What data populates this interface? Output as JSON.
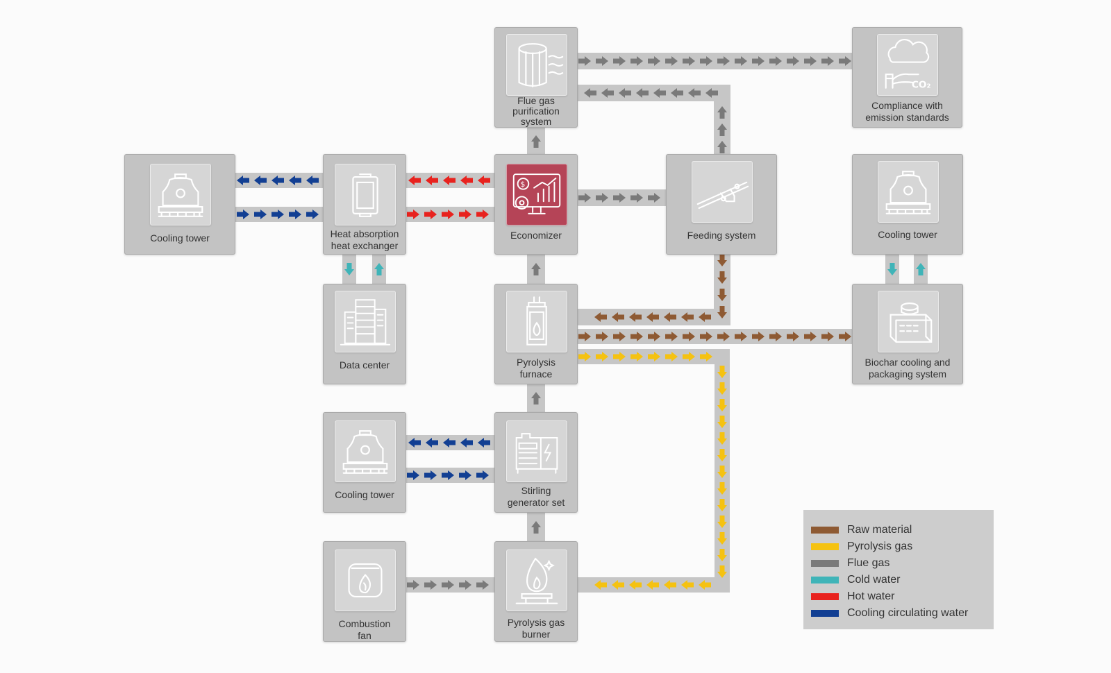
{
  "colors": {
    "raw_material": "#8e5a33",
    "pyrolysis_gas": "#f5c211",
    "flue_gas": "#7a7a7a",
    "cold_water": "#3fb4b8",
    "hot_water": "#e8221e",
    "cooling_water": "#123f93",
    "pipe": "#c6c6c6",
    "highlight": "#b54457"
  },
  "nodes": {
    "flue_gas_purification": {
      "label": "Flue gas\npurification\nsystem",
      "icon": "cylinder-filter-icon"
    },
    "compliance": {
      "label": "Compliance with\nemission standards",
      "icon": "co2-cloud-icon"
    },
    "cooling_tower_left": {
      "label": "Cooling tower",
      "icon": "cooling-tower-icon"
    },
    "heat_exchanger": {
      "label": "Heat absorption\nheat exchanger",
      "icon": "heat-exchanger-icon"
    },
    "economizer": {
      "label": "Economizer",
      "icon": "economizer-dashboard-icon"
    },
    "feeding_system": {
      "label": "Feeding system",
      "icon": "conveyor-icon"
    },
    "cooling_tower_right": {
      "label": "Cooling tower",
      "icon": "cooling-tower-icon"
    },
    "data_center": {
      "label": "Data center",
      "icon": "server-rack-icon"
    },
    "pyrolysis_furnace": {
      "label": "Pyrolysis\nfurnace",
      "icon": "furnace-icon"
    },
    "biochar_packaging": {
      "label": "Biochar cooling and\npackaging system",
      "icon": "packaging-machine-icon"
    },
    "cooling_tower_bottom": {
      "label": "Cooling tower",
      "icon": "cooling-tower-icon"
    },
    "stirling_generator": {
      "label": "Stirling\ngenerator set",
      "icon": "generator-icon"
    },
    "combustion_fan": {
      "label": "Combustion\nfan",
      "icon": "fan-flame-icon"
    },
    "gas_burner": {
      "label": "Pyrolysis gas\nburner",
      "icon": "gas-burner-icon"
    }
  },
  "legend": [
    {
      "key": "raw_material",
      "label": "Raw material"
    },
    {
      "key": "pyrolysis_gas",
      "label": "Pyrolysis gas"
    },
    {
      "key": "flue_gas",
      "label": "Flue gas"
    },
    {
      "key": "cold_water",
      "label": "Cold water"
    },
    {
      "key": "hot_water",
      "label": "Hot water"
    },
    {
      "key": "cooling_water",
      "label": "Cooling circulating water"
    }
  ],
  "flows": [
    {
      "from": "flue_gas_purification",
      "to": "compliance",
      "type": "flue_gas"
    },
    {
      "from": "feeding_system",
      "to": "flue_gas_purification",
      "type": "flue_gas"
    },
    {
      "from": "economizer",
      "to": "flue_gas_purification",
      "type": "flue_gas"
    },
    {
      "from": "economizer",
      "to": "feeding_system",
      "type": "flue_gas"
    },
    {
      "from": "economizer",
      "to": "heat_exchanger",
      "type": "hot_water"
    },
    {
      "from": "heat_exchanger",
      "to": "economizer",
      "type": "hot_water"
    },
    {
      "from": "heat_exchanger",
      "to": "cooling_tower_left",
      "type": "cooling_water"
    },
    {
      "from": "cooling_tower_left",
      "to": "heat_exchanger",
      "type": "cooling_water"
    },
    {
      "from": "heat_exchanger",
      "to": "data_center",
      "type": "cold_water"
    },
    {
      "from": "data_center",
      "to": "heat_exchanger",
      "type": "cold_water"
    },
    {
      "from": "pyrolysis_furnace",
      "to": "economizer",
      "type": "flue_gas"
    },
    {
      "from": "feeding_system",
      "to": "pyrolysis_furnace",
      "type": "raw_material"
    },
    {
      "from": "pyrolysis_furnace",
      "to": "biochar_packaging",
      "type": "raw_material"
    },
    {
      "from": "cooling_tower_right",
      "to": "biochar_packaging",
      "type": "cold_water"
    },
    {
      "from": "biochar_packaging",
      "to": "cooling_tower_right",
      "type": "cold_water"
    },
    {
      "from": "pyrolysis_furnace",
      "to": "gas_burner",
      "type": "pyrolysis_gas"
    },
    {
      "from": "stirling_generator",
      "to": "pyrolysis_furnace",
      "type": "flue_gas"
    },
    {
      "from": "stirling_generator",
      "to": "cooling_tower_bottom",
      "type": "cooling_water"
    },
    {
      "from": "cooling_tower_bottom",
      "to": "stirling_generator",
      "type": "cooling_water"
    },
    {
      "from": "gas_burner",
      "to": "stirling_generator",
      "type": "flue_gas"
    },
    {
      "from": "combustion_fan",
      "to": "gas_burner",
      "type": "flue_gas"
    }
  ]
}
